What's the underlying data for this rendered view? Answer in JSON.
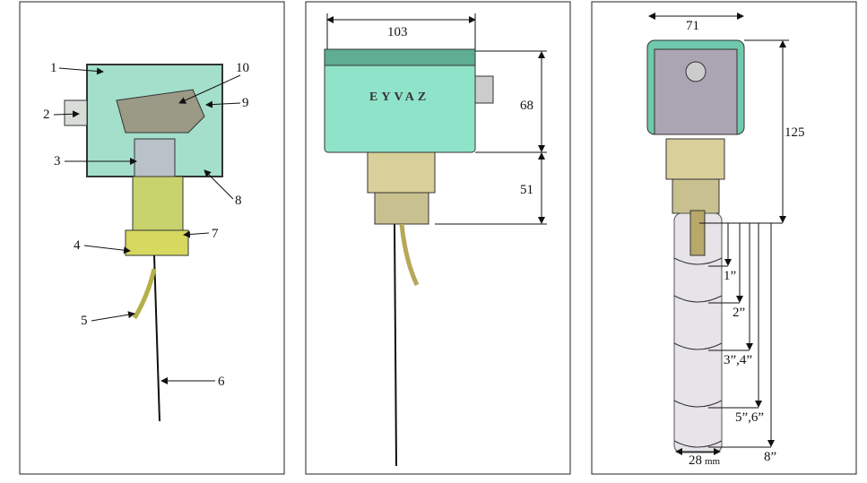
{
  "panels": {
    "cutaway": {
      "callouts": [
        "1",
        "2",
        "3",
        "4",
        "5",
        "6",
        "7",
        "8",
        "9",
        "10"
      ]
    },
    "front": {
      "brand": "EYVAZ",
      "dimensions": {
        "width": "103",
        "housing_height": "68",
        "fitting_height": "51"
      }
    },
    "side": {
      "dimensions": {
        "width": "71",
        "height": "125",
        "float_diameter": "28",
        "float_unit": "mm"
      },
      "paddle_sizes": [
        "1”",
        "2”",
        "3”,4”",
        "5”,6”",
        "8”"
      ]
    }
  },
  "colors": {
    "housing": "#8fe3c8",
    "fitting": "#c9d36e",
    "float": "#e6e4e8",
    "side_face": "#a9a5b3"
  }
}
